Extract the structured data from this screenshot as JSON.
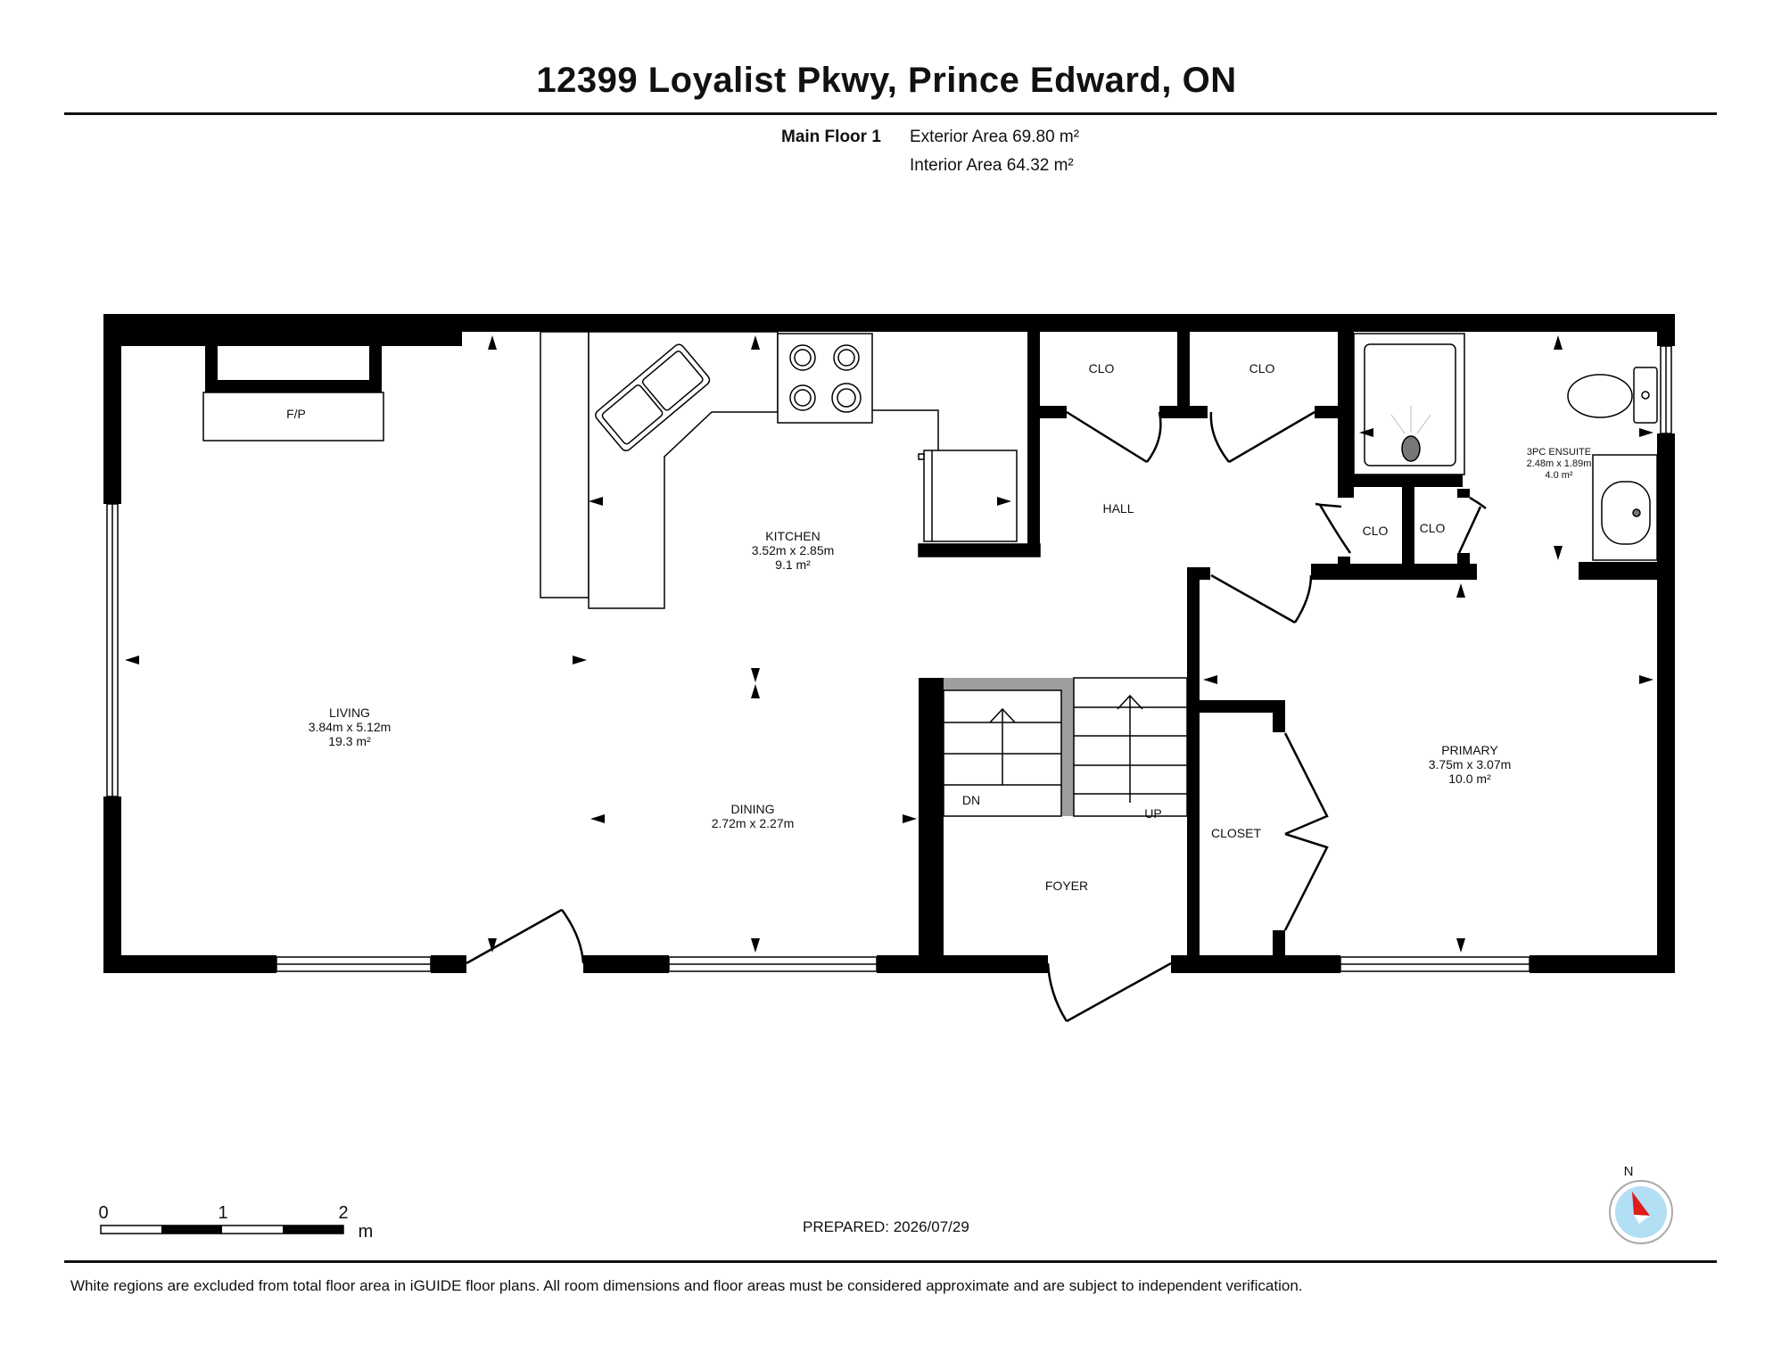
{
  "header": {
    "title": "12399 Loyalist Pkwy, Prince Edward, ON",
    "floor_name": "Main Floor 1",
    "exterior_area": "Exterior Area 69.80 m²",
    "interior_area": "Interior Area 64.32 m²"
  },
  "rooms": {
    "living": {
      "name": "LIVING",
      "dims": "3.84m x 5.12m",
      "area": "19.3 m²"
    },
    "kitchen": {
      "name": "KITCHEN",
      "dims": "3.52m x 2.85m",
      "area": "9.1 m²"
    },
    "dining": {
      "name": "DINING",
      "dims": "2.72m x 2.27m"
    },
    "hall": {
      "name": "HALL"
    },
    "foyer": {
      "name": "FOYER"
    },
    "primary": {
      "name": "PRIMARY",
      "dims": "3.75m x 3.07m",
      "area": "10.0 m²"
    },
    "ensuite": {
      "name": "3PC ENSUITE",
      "dims": "2.48m x 1.89m",
      "area": "4.0 m²"
    },
    "closet": {
      "name": "CLOSET"
    },
    "clo": "CLO",
    "fireplace": "F/P",
    "stairs_down": "DN",
    "stairs_up": "UP"
  },
  "scale_bar": {
    "ticks": [
      "0",
      "1",
      "2"
    ],
    "unit": "m"
  },
  "compass": {
    "label": "N"
  },
  "footer": {
    "prepared": "PREPARED: 2026/07/29",
    "disclaimer": "White regions are excluded from total floor area in iGUIDE floor plans. All room dimensions and floor areas must be considered approximate and are subject to independent verification."
  },
  "colors": {
    "wall": "#000000",
    "stair_wall": "#9e9e9e",
    "compass_ring": "#b3dff5",
    "compass_needle": "#e01b1b"
  }
}
